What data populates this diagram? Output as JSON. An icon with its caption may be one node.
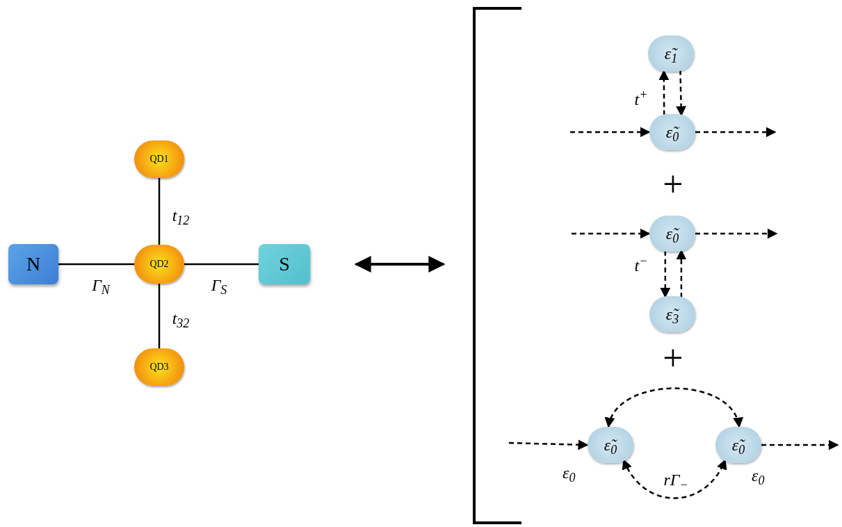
{
  "diagram": {
    "nodes": [
      {
        "text": [
          "QD1"
        ]
      },
      {
        "text": [
          "QD2"
        ]
      },
      {
        "text": [
          "QD3"
        ]
      },
      {
        "text": [
          "N"
        ]
      },
      {
        "text": [
          "S"
        ]
      },
      {
        "text": [
          "ε̃$_{1}$"
        ]
      },
      {
        "text": [
          "ε̃$_{0}$"
        ]
      },
      {
        "text": [
          "ε̃$_{0}$"
        ]
      },
      {
        "text": [
          "ε̃$_{3}$"
        ]
      },
      {
        "text": [
          "ε̃$_{0}$"
        ],
        "beside": [
          "ε$_{0}$"
        ]
      },
      {
        "text": [
          "ε̃$_{0}$"
        ],
        "beside": [
          "ε$_{0}$"
        ]
      }
    ],
    "edges": [
      {
        "from": 0,
        "to": 1,
        "arrow": "none",
        "label": "t$_{12}$"
      },
      {
        "from": 3,
        "to": 1,
        "arrow": "none",
        "label": "Γ$_{N}$"
      },
      {
        "from": 1,
        "to": 4,
        "arrow": "none",
        "label": "Γ$_{S}$"
      },
      {
        "from": 1,
        "to": 2,
        "arrow": "none",
        "label": "t$_{32}$"
      },
      {
        "from": 6,
        "to": 5,
        "arrow": "to",
        "style": "dashed",
        "label": "t$^{+}$"
      },
      {
        "from": 5,
        "to": 6,
        "arrow": "to",
        "style": "dashed"
      },
      {
        "from": null,
        "to": 6,
        "arrow": "to",
        "style": "dashed"
      },
      {
        "from": 6,
        "to": null,
        "arrow": "to",
        "style": "dashed"
      },
      {
        "from": null,
        "to": 7,
        "arrow": "to",
        "style": "dashed"
      },
      {
        "from": 7,
        "to": null,
        "arrow": "to",
        "style": "dashed"
      },
      {
        "from": 7,
        "to": 8,
        "arrow": "to",
        "style": "dashed",
        "label": "t$^{−}$"
      },
      {
        "from": 8,
        "to": 7,
        "arrow": "to",
        "style": "dashed"
      },
      {
        "from": null,
        "to": 9,
        "arrow": "to",
        "style": "dashed"
      },
      {
        "from": 9,
        "to": 10,
        "arrow": "both",
        "style": "dashed"
      },
      {
        "from": 9,
        "to": 10,
        "arrow": "both",
        "style": "dashed",
        "label": "rΓ$_{−}$"
      },
      {
        "from": 10,
        "to": null,
        "arrow": "to",
        "style": "dashed"
      }
    ],
    "labels": [
      "+",
      "+"
    ]
  }
}
